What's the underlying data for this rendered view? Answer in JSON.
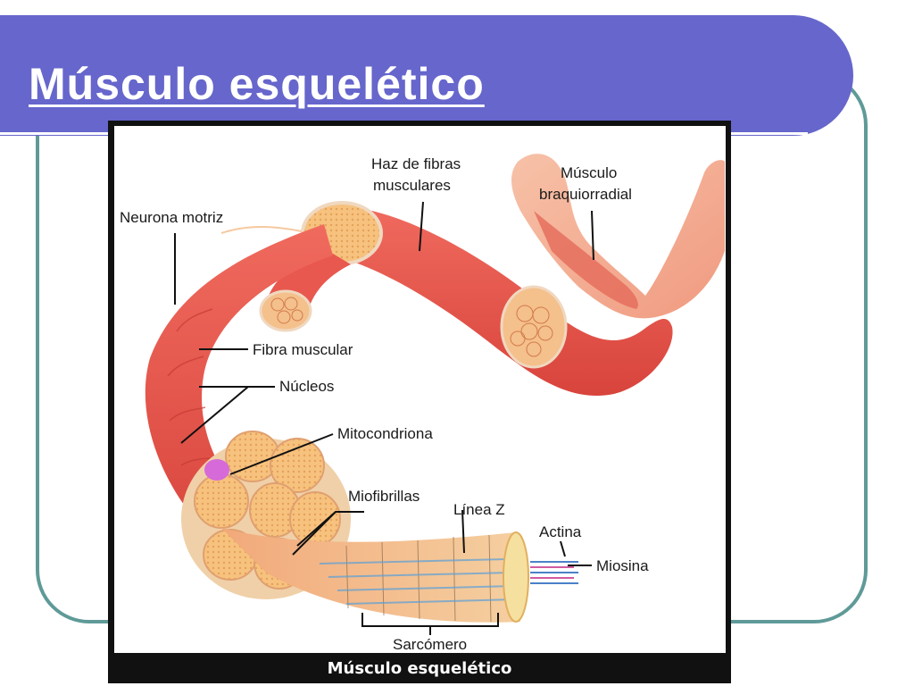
{
  "slide": {
    "title": "Músculo esquelético"
  },
  "figure": {
    "caption": "Músculo esquelético",
    "labels": {
      "haz_de_fibras_1": "Haz de fibras",
      "haz_de_fibras_2": "musculares",
      "musculo_1": "Músculo",
      "musculo_2": "braquiorradial",
      "neurona_motriz": "Neurona motriz",
      "fibra_muscular": "Fibra muscular",
      "nucleos": "Núcleos",
      "mitocondriona": "Mitocondriona",
      "miofibrillas": "Miofibrillas",
      "linea_z": "Línea Z",
      "actina": "Actina",
      "miosina": "Miosina",
      "sarcomero": "Sarcómero"
    }
  },
  "colors": {
    "title_bar": "#6666cc",
    "frame": "#5f9a98",
    "muscle": "#e8584f",
    "fiber": "#f3b178"
  }
}
